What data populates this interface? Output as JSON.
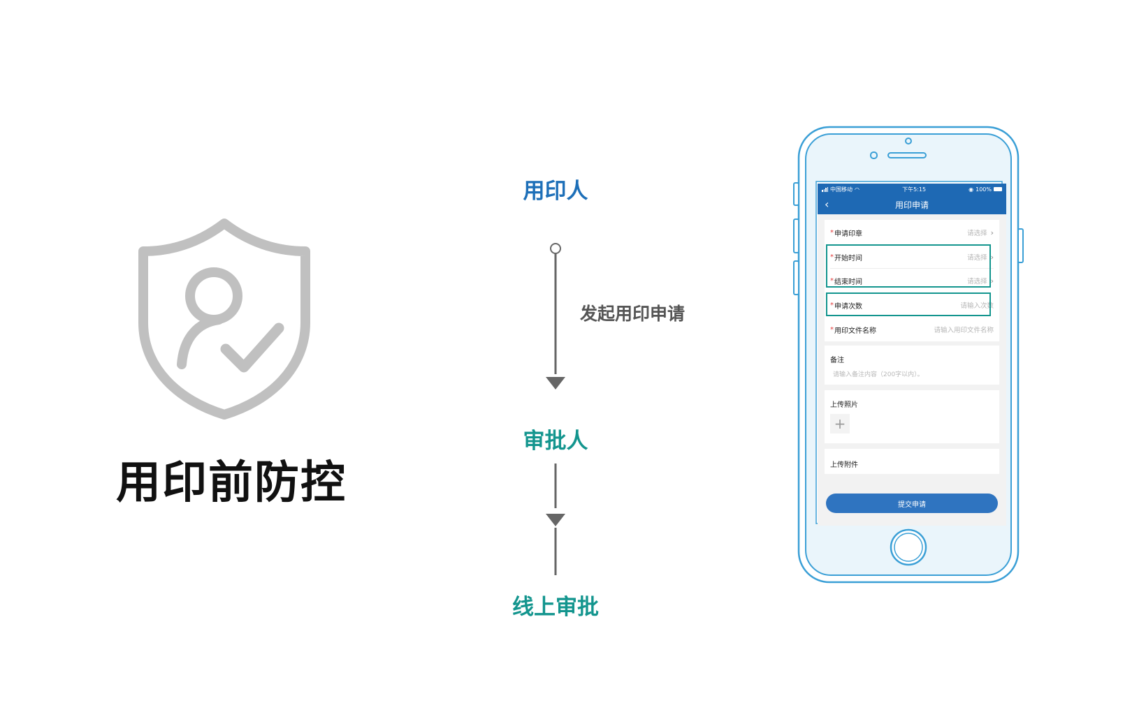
{
  "main_title": "用印前防控",
  "icons": {
    "shield": "shield-user-check-icon",
    "back": "chevron-left-icon",
    "chevron": "chevron-right-icon",
    "plus": "plus-icon",
    "wifi": "wifi-icon",
    "battery": "battery-icon"
  },
  "colors": {
    "blue": "#1d6fb8",
    "teal": "#13958e",
    "gray_icon": "#c0c0c0",
    "phone_outline": "#3a9fd6",
    "app_bar": "#1e69b4"
  },
  "flow": {
    "applicant": "用印人",
    "step": "发起用印申请",
    "approver": "审批人",
    "online": "线上审批"
  },
  "phone": {
    "status": {
      "carrier": "中国移动",
      "time": "下午5:15",
      "battery": "100%"
    },
    "nav_title": "用印申请",
    "rows": [
      {
        "label": "申请印章",
        "value": "请选择"
      },
      {
        "label": "开始时间",
        "value": "请选择"
      },
      {
        "label": "结束时间",
        "value": "请选择"
      },
      {
        "label": "申请次数",
        "value": "请输入次数"
      },
      {
        "label": "用印文件名称",
        "value": "请输入用印文件名称"
      }
    ],
    "required_mark": "*",
    "remark": {
      "title": "备注",
      "placeholder": "请输入备注内容（200字以内）。"
    },
    "upload_photo": "上传照片",
    "upload_attachment": "上传附件",
    "plus": "+",
    "submit": "提交申请",
    "chevron": "›",
    "back": "‹"
  }
}
